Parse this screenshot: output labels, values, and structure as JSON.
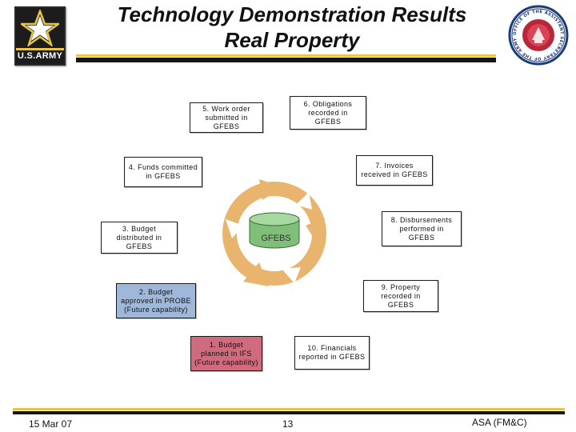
{
  "header": {
    "title_line1": "Technology Demonstration Results",
    "title_line2": "Real Property",
    "logo_text": "U.S.ARMY",
    "seal_text": "OFFICE OF THE ASSISTANT SECRETARY OF THE ARMY"
  },
  "diagram": {
    "center_label": "GFEBS",
    "steps": {
      "s1": "1. Budget\nplanned in IFS\n(Future capability)",
      "s2": "2. Budget\napproved in PROBE\n(Future capability)",
      "s3": "3. Budget\ndistributed in GFEBS",
      "s4": "4. Funds committed\nin GFEBS",
      "s5": "5. Work order\nsubmitted in GFEBS",
      "s6": "6. Obligations\nrecorded in\nGFEBS",
      "s7": "7. Invoices\nreceived in GFEBS",
      "s8": "8. Disbursements\nperformed in\nGFEBS",
      "s9": "9. Property\nrecorded in GFEBS",
      "s10": "10. Financials\nreported in GFEBS"
    }
  },
  "footer": {
    "date": "15 Mar 07",
    "page": "13",
    "org": "ASA (FM&C)"
  },
  "colors": {
    "accent_gold": "#e8c547",
    "rule_dark": "#161616",
    "cycle_arrow": "#e8b46e",
    "future_blue": "#9fb7d8",
    "future_red": "#cf6b7c",
    "seal_red": "#b8263a"
  }
}
